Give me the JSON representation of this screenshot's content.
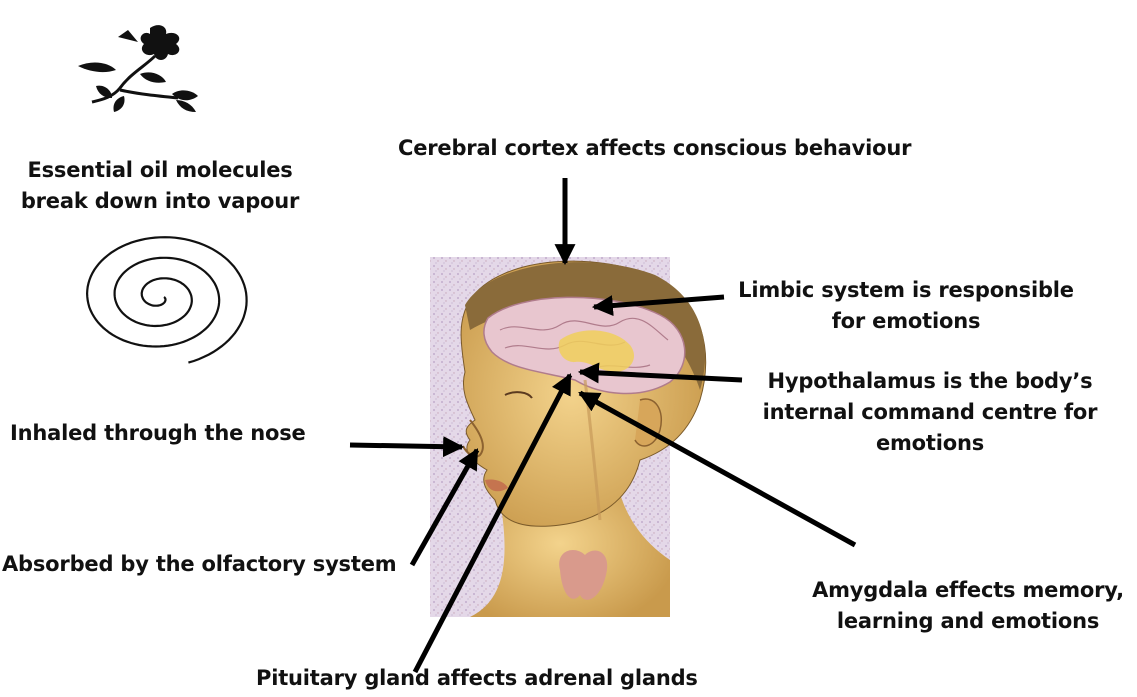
{
  "labels": {
    "cerebral_cortex": "Cerebral cortex affects conscious behaviour",
    "essential_oil_line1": "Essential oil molecules",
    "essential_oil_line2": "break down into vapour",
    "limbic_line1": "Limbic system is responsible",
    "limbic_line2": "for emotions",
    "hypothalamus_line1": "Hypothalamus is the body’s",
    "hypothalamus_line2": "internal command centre for",
    "hypothalamus_line3": "emotions",
    "inhaled": "Inhaled through the nose",
    "absorbed": "Absorbed by the olfactory system",
    "amygdala_line1": "Amygdala effects memory,",
    "amygdala_line2": "learning and emotions",
    "pituitary": "Pituitary gland affects adrenal glands"
  },
  "icons": {
    "flower": "flower-icon",
    "spiral": "vapour-spiral-icon"
  },
  "colors": {
    "text": "#111111",
    "arrow": "#000000",
    "skin": "#e1b870",
    "hair": "#8a6b3a",
    "brain": "#e8c6cf",
    "background_texture": "#d8c8e0"
  }
}
